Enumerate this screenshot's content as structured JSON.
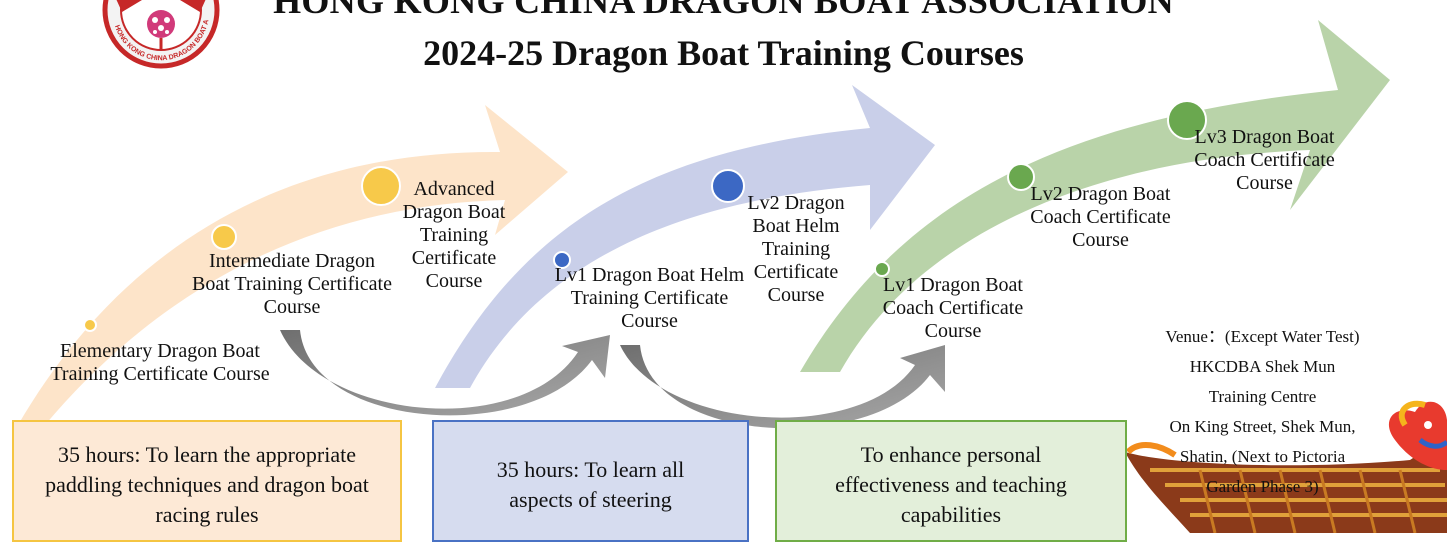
{
  "header": {
    "org_title": "HONG KONG CHINA DRAGON BOAT ASSOCIATION",
    "course_title": "2024-25 Dragon Boat Training Courses"
  },
  "logo": {
    "ring_text": "HONG KONG CHINA DRAGON BOAT ASSOCIATION"
  },
  "stages": [
    {
      "arrow_color": "#fde4c9",
      "node_color": "#f7c94a",
      "courses": [
        "Elementary Dragon Boat Training Certificate Course",
        "Intermediate Dragon Boat Training Certificate Course",
        "Advanced Dragon Boat Training Certificate Course"
      ],
      "description": "35 hours: To learn the appropriate paddling techniques and dragon boat racing rules",
      "box_fill": "#fde9d6",
      "box_border": "#f5c542"
    },
    {
      "arrow_color": "#c9cfe9",
      "node_color": "#3c68c4",
      "courses": [
        "Lv1 Dragon Boat Helm Training Certificate Course",
        "Lv2 Dragon Boat Helm Training Certificate Course"
      ],
      "description": "35 hours: To learn all aspects of steering",
      "box_fill": "#d6dcef",
      "box_border": "#4a72c4"
    },
    {
      "arrow_color": "#b9d3a9",
      "node_color": "#6aa84f",
      "courses": [
        "Lv1 Dragon Boat Coach Certificate Course",
        "Lv2 Dragon Boat Coach Certificate Course",
        "Lv3 Dragon Boat Coach Certificate Course"
      ],
      "description": "To enhance personal effectiveness and teaching capabilities",
      "box_fill": "#e3efda",
      "box_border": "#70ad47"
    }
  ],
  "venue": {
    "heading": "Venue：(Except Water Test)",
    "line1": "HKCDBA Shek Mun",
    "line2": "Training Centre",
    "line3": "On King Street, Shek Mun,",
    "line4": "Shatin, (Next to Pictoria",
    "line5": "Garden Phase 3)"
  },
  "colors": {
    "connector_arrow": "#8c8c8c",
    "text": "#111111"
  }
}
